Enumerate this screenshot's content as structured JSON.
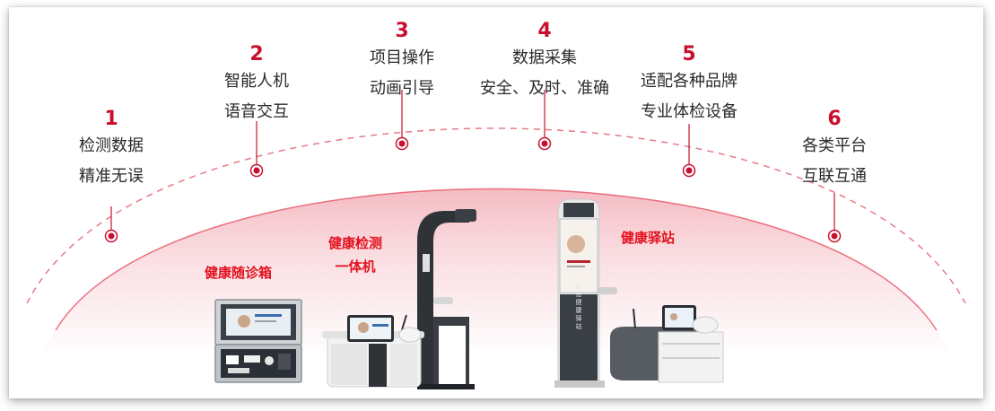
{
  "features": [
    {
      "num": "1",
      "lines": [
        "检测数据",
        "精准无误"
      ]
    },
    {
      "num": "2",
      "lines": [
        "智能人机",
        "语音交互"
      ]
    },
    {
      "num": "3",
      "lines": [
        "项目操作",
        "动画引导"
      ]
    },
    {
      "num": "4",
      "lines": [
        "数据采集",
        "安全、及时、准确"
      ]
    },
    {
      "num": "5",
      "lines": [
        "适配各种品牌",
        "专业体检设备"
      ]
    },
    {
      "num": "6",
      "lines": [
        "各类平台",
        "互联互通"
      ]
    }
  ],
  "products": {
    "kit": "健康随诊箱",
    "integrated_line1": "健康检测",
    "integrated_line2": "一体机",
    "station": "健康驿站",
    "station_panel_text": "智慧健康驿站"
  },
  "colors": {
    "accent": "#c8102e",
    "label_red": "#e3101d",
    "dashed_arc": "#e57a86",
    "dome_top": "#f7c9cf"
  },
  "icons": [
    "point-marker-icon",
    "medical-kit-icon",
    "health-kiosk-icon",
    "health-station-icon"
  ]
}
